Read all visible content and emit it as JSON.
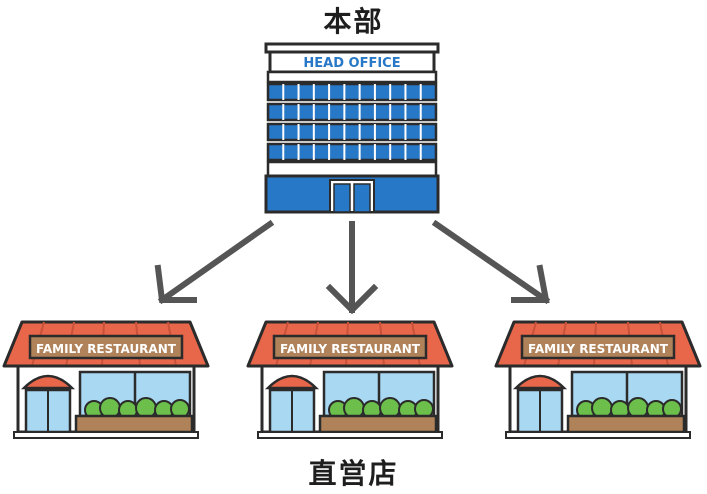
{
  "labels": {
    "top": "本部",
    "bottom": "直営店"
  },
  "head_office": {
    "sign": "HEAD OFFICE"
  },
  "restaurants": [
    {
      "sign": "FAMILY RESTAURANT"
    },
    {
      "sign": "FAMILY RESTAURANT"
    },
    {
      "sign": "FAMILY RESTAURANT"
    }
  ],
  "colors": {
    "building_blue": "#2878c8",
    "roof_orange": "#e8674b",
    "sign_brown": "#b0825a",
    "window_light_blue": "#a9d8f2",
    "bush_green": "#6bbf4a",
    "outline": "#2b2b2b",
    "arrow": "#555555"
  }
}
